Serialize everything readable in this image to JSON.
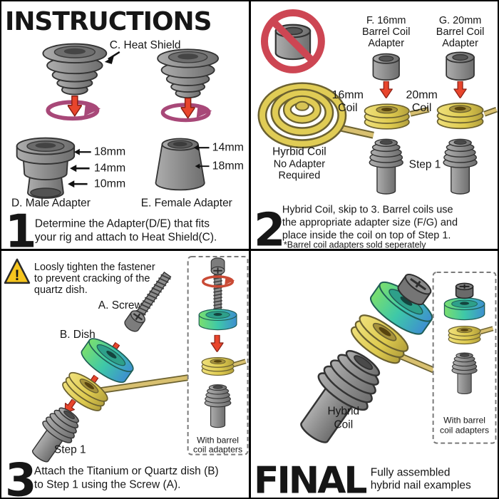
{
  "colors": {
    "red_arrow": "#e8452c",
    "magenta_rotate": "#a84878",
    "prohibit_red": "#cd4653",
    "coil_yellow": "#e0cc55",
    "dish_teal": "#3ec8a8",
    "metal_gray": "#8a8a8a",
    "warning_yellow": "#f6c51e",
    "rod_tan": "#d8c070"
  },
  "q1": {
    "title": "INSTRUCTIONS",
    "label_heat_shield": "C. Heat Shield",
    "label_male": "D. Male Adapter",
    "label_female": "E. Female Adapter",
    "male_sizes": [
      "18mm",
      "14mm",
      "10mm"
    ],
    "female_sizes": [
      "14mm",
      "18mm"
    ],
    "step_num": "1",
    "step_line1": "Determine the Adapter(D/E) that fits",
    "step_line2": "your rig and attach to Heat Shield(C)."
  },
  "q2": {
    "f_line1": "F. 16mm",
    "f_line2": "Barrel Coil",
    "f_line3": "Adapter",
    "g_line1": "G. 20mm",
    "g_line2": "Barrel Coil",
    "g_line3": "Adapter",
    "coil16_line1": "16mm",
    "coil16_line2": "Coil",
    "coil20_line1": "20mm",
    "coil20_line2": "Coil",
    "hybrid_line1": "Hyrbid Coil",
    "hybrid_line2": "No Adapter",
    "hybrid_line3": "Required",
    "step1_label": "Step 1",
    "step_num": "2",
    "step_line1": "Hybrid Coil, skip to 3.  Barrel coils use",
    "step_line2": "the appropriate adapter size (F/G) and",
    "step_line3": "place inside the coil on top of Step 1.",
    "step_note": "*Barrel coil adapters sold seperately"
  },
  "q3": {
    "warning_mark": "!",
    "warning_line1": "Loosly tighten the fastener",
    "warning_line2": "to prevent cracking of the",
    "warning_line3": "quartz dish.",
    "label_screw": "A. Screw",
    "label_dish": "B. Dish",
    "step1_label": "Step 1",
    "box_line1": "With barrel",
    "box_line2": "coil adapters",
    "step_num": "3",
    "step_line1": "Attach the Titanium or Quartz dish (B)",
    "step_line2": "to Step 1 using the Screw (A)."
  },
  "q4": {
    "label_hybrid_line1": "Hybrid",
    "label_hybrid_line2": "Coil",
    "box_line1": "With barrel",
    "box_line2": "coil adapters",
    "final_label": "FINAL",
    "caption_line1": "Fully assembled",
    "caption_line2": "hybrid nail examples"
  }
}
